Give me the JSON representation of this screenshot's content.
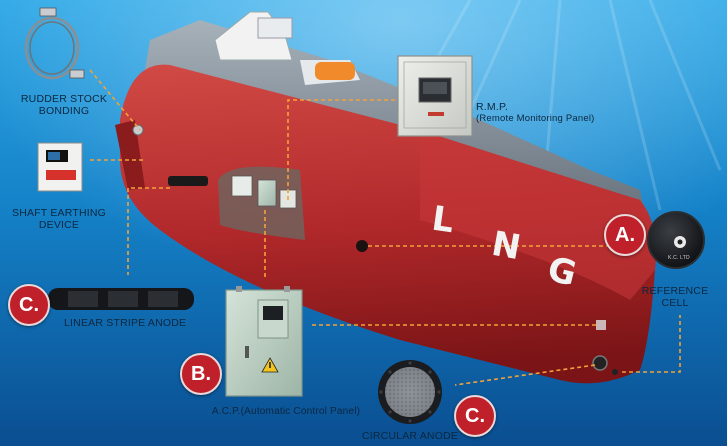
{
  "hull_letters": [
    "L",
    "N",
    "G"
  ],
  "labels": {
    "rudder_line1": "RUDDER STOCK",
    "rudder_line2": "BONDING",
    "shaft_line1": "SHAFT EARTHING",
    "shaft_line2": "DEVICE",
    "rmp_title": "R.M.P.",
    "rmp_sub": "(Remote Monitoring Panel)",
    "reference_line1": "REFERENCE",
    "reference_line2": "CELL",
    "linear_anode": "LINEAR STRIPE ANODE",
    "acp": "A.C.P.(Automatic Control Panel)",
    "circular_anode": "CIRCULAR ANODE",
    "device_brand": "K.C. LTD"
  },
  "badges": {
    "a": "A.",
    "b": "B.",
    "c_linear": "C.",
    "c_circular": "C."
  },
  "icons": {
    "warning": "warning-triangle-icon"
  },
  "colors": {
    "water_light": "#1b8fd0",
    "water_deep": "#0b4f92",
    "hull_red": "#b52a2a",
    "hull_grey": "#7f8994",
    "badge_red": "#c0202a",
    "connector_orange": "#f2a23a",
    "label_text": "#0b2740"
  }
}
